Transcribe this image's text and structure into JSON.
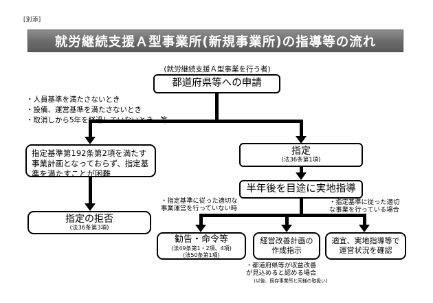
{
  "colors": {
    "title_bar": "#6a6a6a",
    "title_text": "#ffffff",
    "line_color": "#000000",
    "box_border": "#000000"
  },
  "page": {
    "corner_label": "[別添]",
    "title": "就労継続支援Ａ型事業所(新規事業所)の指導等の流れ"
  },
  "flow": {
    "applicant_caption": "(就労継続支援Ａ型事業を行う者)",
    "apply_box": "都道府県等への申請",
    "reject_reasons": [
      "・人員基準を満たさないとき",
      "・設備、運営基準を満たさないとき",
      "・取消しから5年を経過していないとき　等"
    ],
    "difficulty_box": "指定基準第192条第2項を満たす事業計画となっておらず、指定基準を満たすことが困難",
    "refusal_box": {
      "title": "指定の拒否",
      "note": "(法36条第3項)"
    },
    "designation_box": {
      "title": "指定",
      "note": "(法36条第1項)"
    },
    "onsite_box": "半年後を目途に実地指導",
    "not_appropriate_lines": [
      "・指定基準に従った適切な",
      "事業運営を行っていない時"
    ],
    "appropriate_lines": [
      "・指定基準に従った適切",
      "な事業を行っている場合"
    ],
    "recommendation_box": {
      "title": "勧告・命令等",
      "note1": "(法49条第1・2項、4項)",
      "note2": "(法50条第1項)"
    },
    "improvement_box_lines": [
      "経営改善計画の",
      "作成指示"
    ],
    "confirm_box_lines": [
      "適宜、実地指導等で",
      "運営状況を確認"
    ],
    "profit_note_lines": [
      "・都道府県等が収益改善",
      "が見込めると認める場合"
    ],
    "profit_note_small": "(以後、既存事業所と同様の取扱い)"
  }
}
